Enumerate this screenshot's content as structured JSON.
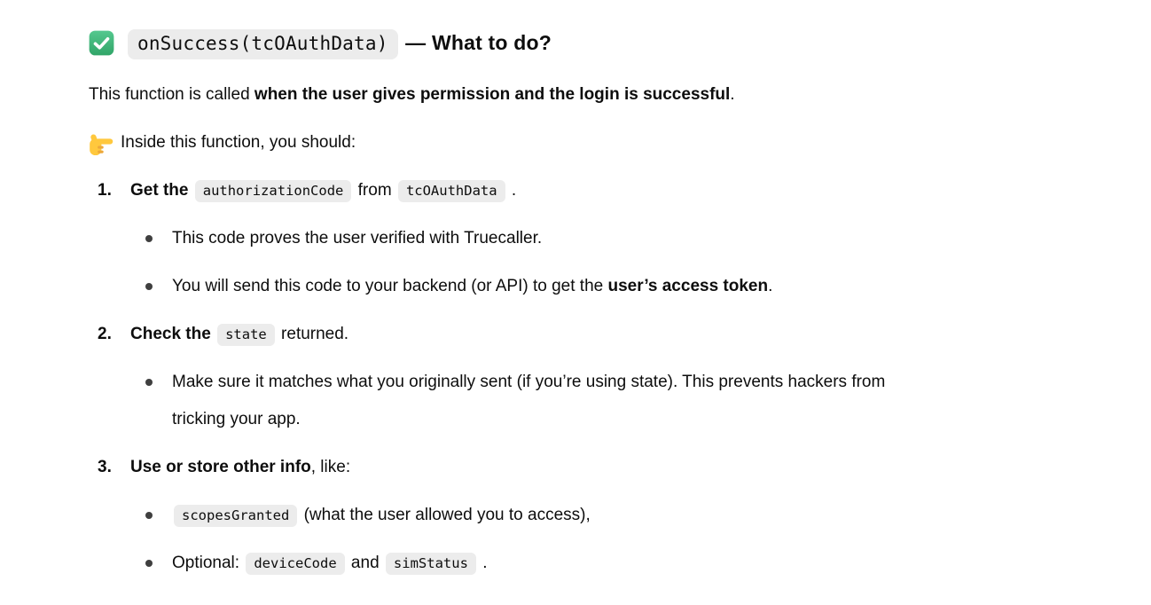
{
  "colors": {
    "text": "#0d0d0d",
    "code_bg": "#ececec",
    "bullet": "#3f3f3f",
    "check_green_top": "#55c88f",
    "check_green_bottom": "#31a568",
    "hand_yellow": "#ffc83d",
    "hand_shade": "#eda83a"
  },
  "icons": {
    "heading_icon": "check-icon",
    "pointer_icon": "pointing-right-icon",
    "bullet_icon": "bullet-dot-icon"
  },
  "heading": {
    "segments": [
      {
        "t": "code",
        "v": "onSuccess(tcOAuthData)"
      },
      {
        "t": "text",
        "v": " — What to do?"
      }
    ]
  },
  "intro": {
    "segments": [
      {
        "t": "text",
        "v": "This function is called "
      },
      {
        "t": "bold",
        "v": "when the user gives permission and the login is successful"
      },
      {
        "t": "text",
        "v": "."
      }
    ]
  },
  "pointer": {
    "segments": [
      {
        "t": "text",
        "v": "Inside this function, you should:"
      }
    ]
  },
  "steps": [
    {
      "number": "1.",
      "segments": [
        {
          "t": "bold",
          "v": "Get the "
        },
        {
          "t": "code",
          "v": "authorizationCode"
        },
        {
          "t": "text",
          "v": " from "
        },
        {
          "t": "code",
          "v": "tcOAuthData"
        },
        {
          "t": "text",
          "v": " ."
        }
      ],
      "bullets": [
        {
          "segments": [
            {
              "t": "text",
              "v": "This code proves the user verified with Truecaller."
            }
          ]
        },
        {
          "segments": [
            {
              "t": "text",
              "v": "You will send this code to your backend (or API) to get the "
            },
            {
              "t": "bold",
              "v": "user’s access token"
            },
            {
              "t": "text",
              "v": "."
            }
          ]
        }
      ]
    },
    {
      "number": "2.",
      "segments": [
        {
          "t": "bold",
          "v": "Check the "
        },
        {
          "t": "code",
          "v": "state"
        },
        {
          "t": "text",
          "v": " returned."
        }
      ],
      "bullets": [
        {
          "segments": [
            {
              "t": "text",
              "v": "Make sure it matches what you originally sent (if you’re using state). This prevents hackers from"
            },
            {
              "t": "br"
            },
            {
              "t": "text",
              "v": "tricking your app."
            }
          ]
        }
      ]
    },
    {
      "number": "3.",
      "segments": [
        {
          "t": "bold",
          "v": "Use or store other info"
        },
        {
          "t": "text",
          "v": ", like:"
        }
      ],
      "bullets": [
        {
          "segments": [
            {
              "t": "code",
              "v": "scopesGranted"
            },
            {
              "t": "text",
              "v": " (what the user allowed you to access),"
            }
          ]
        },
        {
          "segments": [
            {
              "t": "text",
              "v": "Optional: "
            },
            {
              "t": "code",
              "v": "deviceCode"
            },
            {
              "t": "text",
              "v": " and "
            },
            {
              "t": "code",
              "v": "simStatus"
            },
            {
              "t": "text",
              "v": " ."
            }
          ]
        }
      ]
    }
  ]
}
